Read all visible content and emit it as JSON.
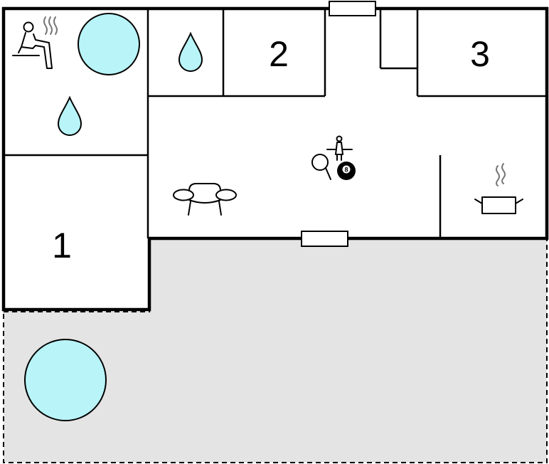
{
  "floorplan": {
    "room_labels": [
      "1",
      "2",
      "3"
    ],
    "pool_ball_number": "8",
    "colors": {
      "terrace": "#e4e4e4",
      "water": "#b8f4f8",
      "wall": "#000000",
      "steam": "#777777"
    },
    "icons": [
      "sauna-icon",
      "hot-tub-icon",
      "shower-icon",
      "bathroom-icon",
      "sofa-icon",
      "table-tennis-icon",
      "table-football-icon",
      "billiards-icon",
      "kitchen-icon",
      "pool-icon"
    ]
  }
}
